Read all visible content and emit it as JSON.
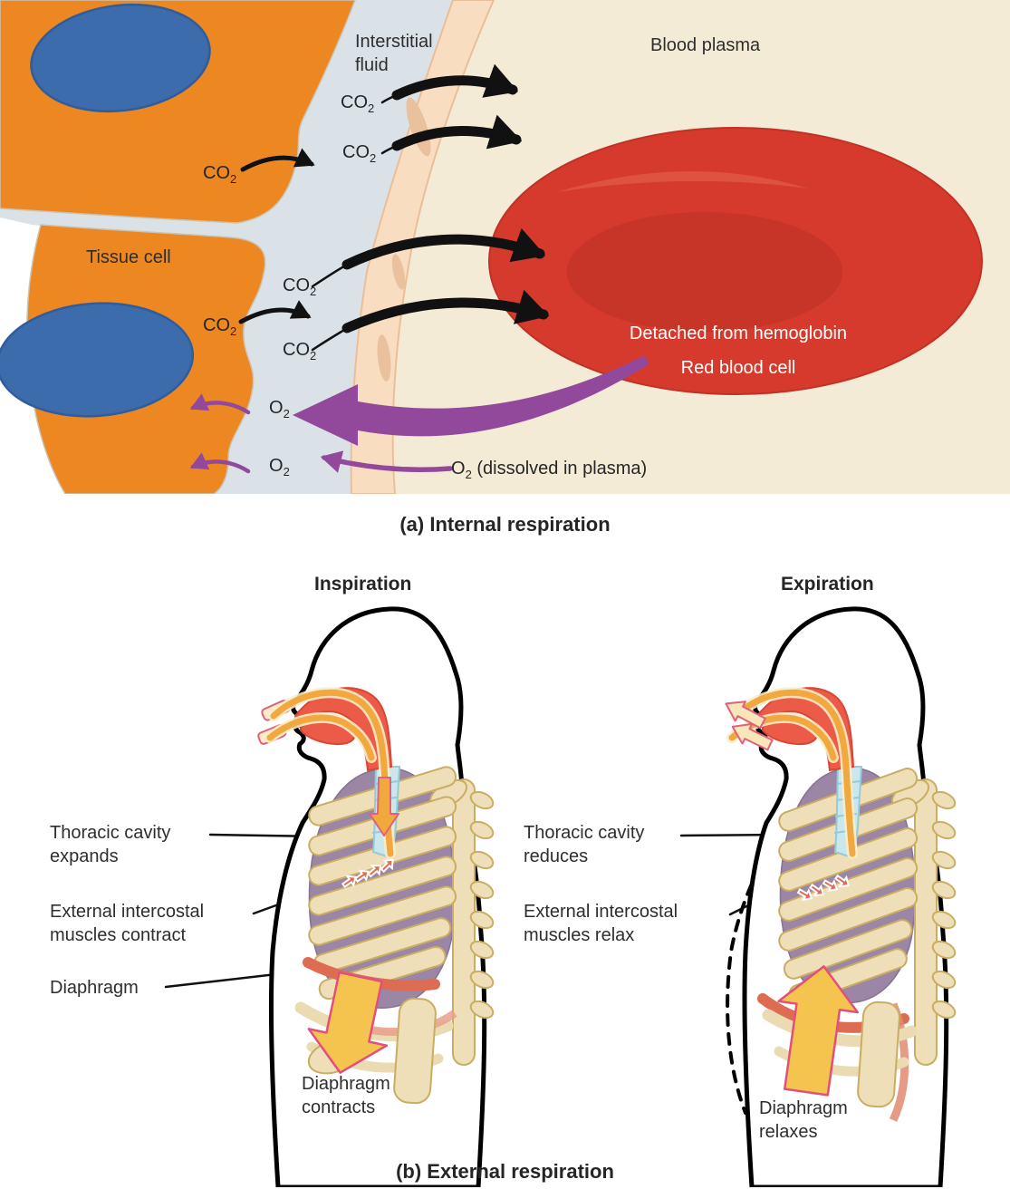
{
  "figure": {
    "panel_a": {
      "caption": "(a) Internal respiration",
      "interstitial_fluid_label": "Interstitial fluid",
      "blood_plasma_label": "Blood plasma",
      "tissue_cell_label": "Tissue cell",
      "detached_label": "Detached from hemoglobin",
      "red_blood_cell_label": "Red blood cell",
      "o2_dissolved_suffix": " (dissolved in plasma)",
      "co2": {
        "symbol": "CO",
        "subscript": "2"
      },
      "o2": {
        "symbol": "O",
        "subscript": "2"
      },
      "colors": {
        "tissue_cell": "#ec8722",
        "nucleus": "#3c6cab",
        "interstitial_fluid": "#dbe2e7",
        "capillary_wall": "#f9ddc0",
        "blood_plasma": "#f4ebd7",
        "red_blood_cell": "#d53a2c",
        "oxygen_arrow": "#93499b",
        "co2_arrow": "#111111"
      }
    },
    "panel_b": {
      "caption": "(b) External respiration",
      "inspiration": {
        "title": "Inspiration",
        "thoracic_label": "Thoracic cavity expands",
        "intercostal_label": "External intercostal muscles contract",
        "diaphragm_label": "Diaphragm",
        "diaphragm_action_label": "Diaphragm contracts"
      },
      "expiration": {
        "title": "Expiration",
        "thoracic_label": "Thoracic cavity reduces",
        "intercostal_label": "External intercostal muscles relax",
        "diaphragm_action_label": "Diaphragm relaxes"
      },
      "colors": {
        "bone": "#eedfb8",
        "lung": "#9b86a5",
        "diaphragm": "#dd6d52",
        "trachea": "#c9e7ed",
        "airway_red": "#eb5b47",
        "airway_orange": "#f1a83e",
        "action_arrow": "#f5c44e"
      }
    }
  }
}
